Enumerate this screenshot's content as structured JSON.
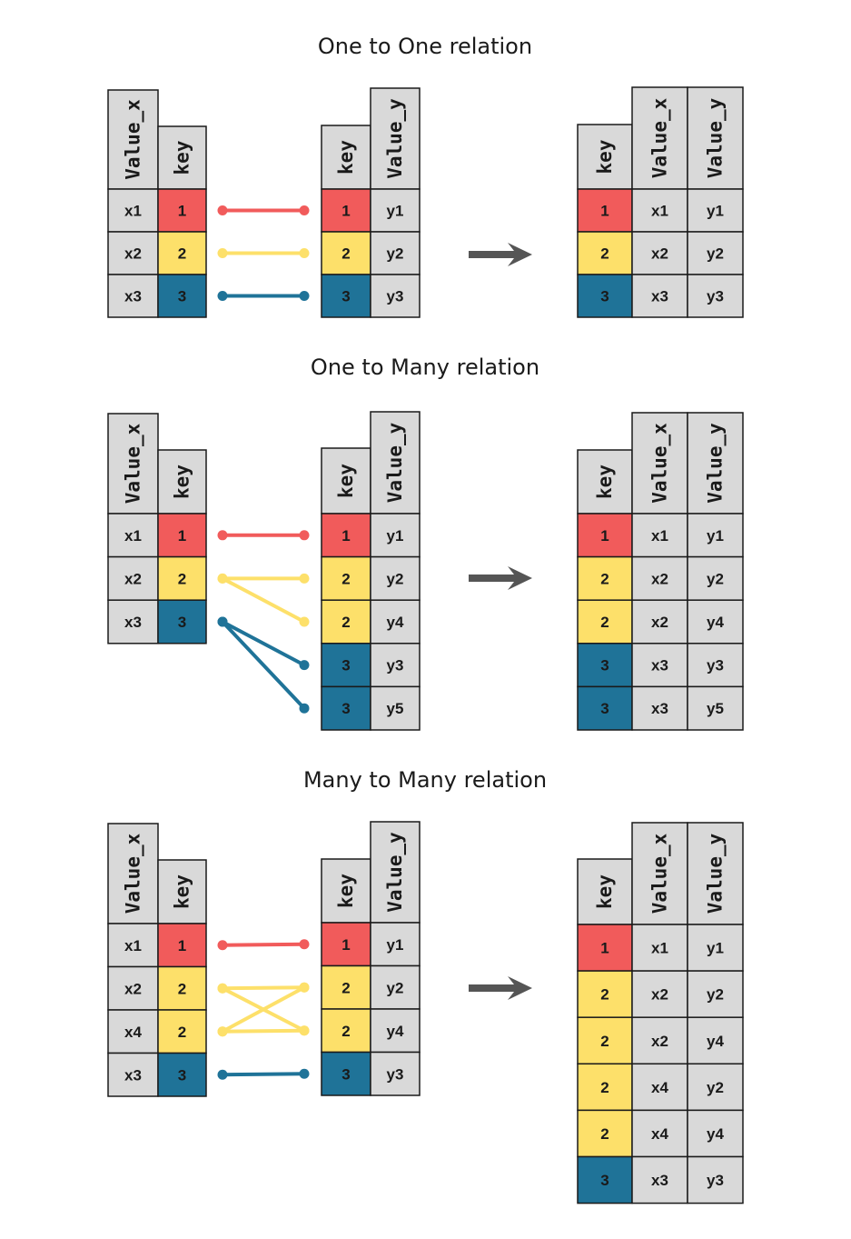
{
  "colors": {
    "key1": "#f15b5b",
    "key2": "#fde06a",
    "key3": "#1f7398",
    "cell": "#d9d9d9",
    "arrow": "#555555"
  },
  "panels": [
    {
      "title": "One to One relation",
      "left": {
        "value_header": "Value_x",
        "key_header": "key",
        "rows": [
          {
            "value": "x1",
            "key": "1"
          },
          {
            "value": "x2",
            "key": "2"
          },
          {
            "value": "x3",
            "key": "3"
          }
        ]
      },
      "right": {
        "key_header": "key",
        "value_header": "Value_y",
        "rows": [
          {
            "key": "1",
            "value": "y1"
          },
          {
            "key": "2",
            "value": "y2"
          },
          {
            "key": "3",
            "value": "y3"
          }
        ]
      },
      "links": [
        {
          "from": 0,
          "to": 0,
          "key": "1"
        },
        {
          "from": 1,
          "to": 1,
          "key": "2"
        },
        {
          "from": 2,
          "to": 2,
          "key": "3"
        }
      ],
      "result": {
        "headers": [
          "key",
          "Value_x",
          "Value_y"
        ],
        "rows": [
          [
            "1",
            "x1",
            "y1"
          ],
          [
            "2",
            "x2",
            "y2"
          ],
          [
            "3",
            "x3",
            "y3"
          ]
        ]
      }
    },
    {
      "title": "One to Many relation",
      "left": {
        "value_header": "Value_x",
        "key_header": "key",
        "rows": [
          {
            "value": "x1",
            "key": "1"
          },
          {
            "value": "x2",
            "key": "2"
          },
          {
            "value": "x3",
            "key": "3"
          }
        ]
      },
      "right": {
        "key_header": "key",
        "value_header": "Value_y",
        "rows": [
          {
            "key": "1",
            "value": "y1"
          },
          {
            "key": "2",
            "value": "y2"
          },
          {
            "key": "2",
            "value": "y4"
          },
          {
            "key": "3",
            "value": "y3"
          },
          {
            "key": "3",
            "value": "y5"
          }
        ]
      },
      "links": [
        {
          "from": 0,
          "to": 0,
          "key": "1"
        },
        {
          "from": 1,
          "to": 1,
          "key": "2"
        },
        {
          "from": 1,
          "to": 2,
          "key": "2"
        },
        {
          "from": 2,
          "to": 3,
          "key": "3"
        },
        {
          "from": 2,
          "to": 4,
          "key": "3"
        }
      ],
      "result": {
        "headers": [
          "key",
          "Value_x",
          "Value_y"
        ],
        "rows": [
          [
            "1",
            "x1",
            "y1"
          ],
          [
            "2",
            "x2",
            "y2"
          ],
          [
            "2",
            "x2",
            "y4"
          ],
          [
            "3",
            "x3",
            "y3"
          ],
          [
            "3",
            "x3",
            "y5"
          ]
        ]
      }
    },
    {
      "title": "Many to Many relation",
      "left": {
        "value_header": "Value_x",
        "key_header": "key",
        "rows": [
          {
            "value": "x1",
            "key": "1"
          },
          {
            "value": "x2",
            "key": "2"
          },
          {
            "value": "x4",
            "key": "2"
          },
          {
            "value": "x3",
            "key": "3"
          }
        ]
      },
      "right": {
        "key_header": "key",
        "value_header": "Value_y",
        "rows": [
          {
            "key": "1",
            "value": "y1"
          },
          {
            "key": "2",
            "value": "y2"
          },
          {
            "key": "2",
            "value": "y4"
          },
          {
            "key": "3",
            "value": "y3"
          }
        ]
      },
      "links": [
        {
          "from": 0,
          "to": 0,
          "key": "1"
        },
        {
          "from": 1,
          "to": 1,
          "key": "2"
        },
        {
          "from": 1,
          "to": 2,
          "key": "2"
        },
        {
          "from": 2,
          "to": 1,
          "key": "2"
        },
        {
          "from": 2,
          "to": 2,
          "key": "2"
        },
        {
          "from": 3,
          "to": 3,
          "key": "3"
        }
      ],
      "result": {
        "headers": [
          "key",
          "Value_x",
          "Value_y"
        ],
        "rows": [
          [
            "1",
            "x1",
            "y1"
          ],
          [
            "2",
            "x2",
            "y2"
          ],
          [
            "2",
            "x2",
            "y4"
          ],
          [
            "2",
            "x4",
            "y2"
          ],
          [
            "2",
            "x4",
            "y4"
          ],
          [
            "3",
            "x3",
            "y3"
          ]
        ]
      }
    }
  ]
}
